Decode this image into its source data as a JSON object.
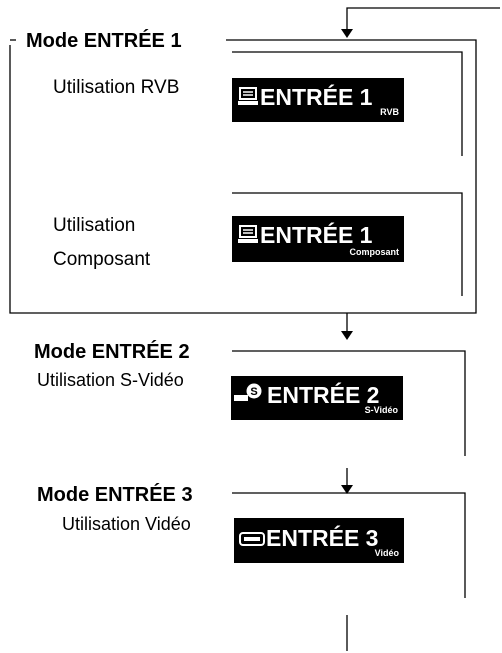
{
  "modes": [
    {
      "title": "Mode ENTRÉE 1",
      "usages": [
        {
          "label": "Utilisation RVB",
          "osd_main": "ENTRÉE 1",
          "osd_sub": "RVB",
          "icon": "computer-monitor-icon"
        },
        {
          "label_line1": "Utilisation",
          "label_line2": "Composant",
          "osd_main": "ENTRÉE 1",
          "osd_sub": "Composant",
          "icon": "computer-monitor-icon"
        }
      ]
    },
    {
      "title": "Mode ENTRÉE 2",
      "usages": [
        {
          "label": "Utilisation S-Vidéo",
          "osd_main": "ENTRÉE 2",
          "osd_sub": "S-Vidéo",
          "icon": "s-video-plug-icon"
        }
      ]
    },
    {
      "title": "Mode ENTRÉE 3",
      "usages": [
        {
          "label": "Utilisation Vidéo",
          "osd_main": "ENTRÉE 3",
          "osd_sub": "Vidéo",
          "icon": "video-plug-icon"
        }
      ]
    }
  ]
}
